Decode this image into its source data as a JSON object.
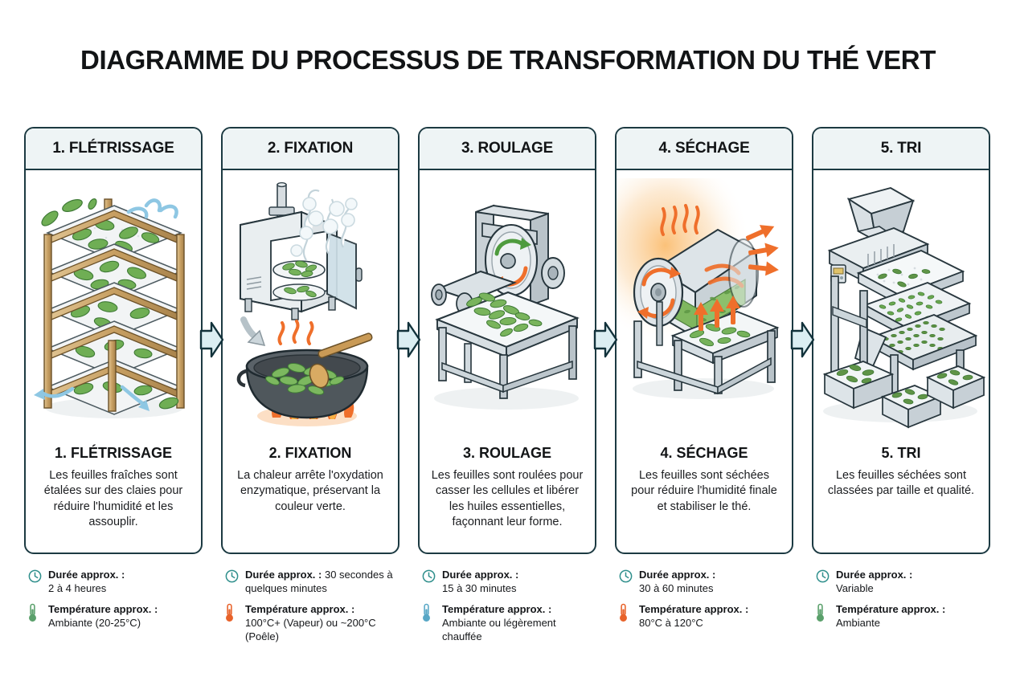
{
  "page": {
    "title": "DIAGRAMME DU PROCESSUS DE TRANSFORMATION DU THÉ VERT",
    "background": "#ffffff",
    "border_color": "#1c3a42",
    "header_bg": "#eef4f5"
  },
  "labels": {
    "duration_label": "Durée approx. :",
    "temperature_label": "Température approx. :"
  },
  "steps": [
    {
      "header": "1. FLÉTRISSAGE",
      "title": "1. FLÉTRISSAGE",
      "description": "Les feuilles fraîches sont étalées sur des claies pour réduire l'humidité et les assouplir.",
      "duration_label": "Durée approx. :",
      "duration_value": "2 à 4 heures",
      "temperature_label": "Température approx. :",
      "temperature_value": "Ambiante (20-25°C)",
      "clock_color": "#2f8f8c",
      "thermo_color": "#5aa06b",
      "illustration": "withering-racks-icon"
    },
    {
      "header": "2. FIXATION",
      "title": "2. FIXATION",
      "description": "La chaleur arrête l'oxydation enzymatique, préservant la couleur verte.",
      "duration_label": "Durée approx. :",
      "duration_value": "30 secondes à quelques minutes",
      "duration_inline": "Durée approx. : 30 secondes",
      "duration_second_line": "à quelques minutes",
      "temperature_label": "Température approx. :",
      "temperature_value": "100°C+ (Vapeur) ou ~200°C (Poêle)",
      "clock_color": "#2f8f8c",
      "thermo_color": "#e8622a",
      "illustration": "steamer-and-wok-icon"
    },
    {
      "header": "3. ROULAGE",
      "title": "3. ROULAGE",
      "description": "Les feuilles sont roulées pour casser les cellules et libérer les huiles essentielles, façonnant leur forme.",
      "duration_label": "Durée approx. :",
      "duration_value": "15 à 30 minutes",
      "temperature_label": "Température approx. :",
      "temperature_value": "Ambiante ou légèrement chauffée",
      "clock_color": "#2f8f8c",
      "thermo_color": "#58a7c6",
      "illustration": "rolling-machine-icon"
    },
    {
      "header": "4. SÉCHAGE",
      "title": "4. SÉCHAGE",
      "description": "Les feuilles sont séchées pour réduire l'humidité finale et stabiliser le thé.",
      "duration_label": "Durée approx. :",
      "duration_value": "30 à 60 minutes",
      "temperature_label": "Température approx. :",
      "temperature_value": "80°C à 120°C",
      "clock_color": "#2f8f8c",
      "thermo_color": "#e8622a",
      "illustration": "rotary-drum-dryer-icon"
    },
    {
      "header": "5. TRI",
      "title": "5. TRI",
      "description": "Les feuilles séchées sont classées par taille et qualité.",
      "duration_label": "Durée approx. :",
      "duration_value": "Variable",
      "temperature_label": "Température approx. :",
      "temperature_value": "Ambiante",
      "clock_color": "#2f8f8c",
      "thermo_color": "#5aa06b",
      "illustration": "sorting-machine-icon"
    }
  ],
  "arrows": {
    "count": 4,
    "fill": "#dbeef2",
    "stroke": "#12323b",
    "shape": "right-chevron-arrow"
  },
  "palette": {
    "leaf_green": "#6aa84f",
    "leaf_green_dark": "#3f7a36",
    "bamboo": "#c8a267",
    "metal_light": "#e3e8ea",
    "metal_mid": "#c3cbd0",
    "metal_dark": "#9aa5ac",
    "heat_orange": "#f08a3c",
    "flame_orange": "#ef6f2b",
    "airflow_blue": "#9ed0e8",
    "outline": "#1c3a42"
  }
}
